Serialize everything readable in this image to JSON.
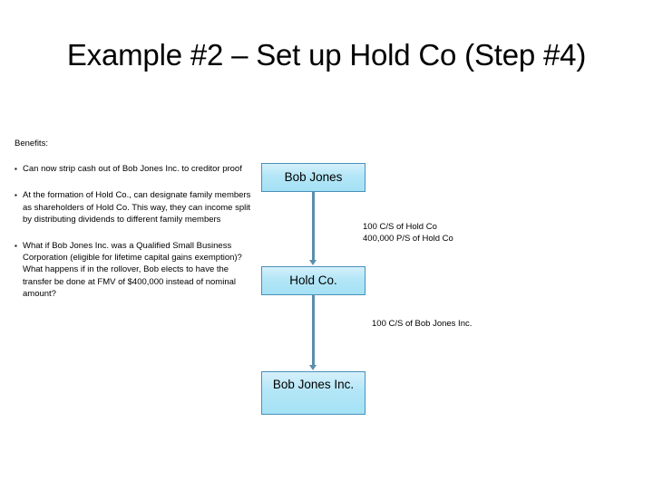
{
  "slide": {
    "title": "Example #2 – Set up Hold Co (Step #4)"
  },
  "benefits": {
    "heading": "Benefits:",
    "bullet_marker": "▪",
    "items": [
      "Can now strip cash out of Bob Jones Inc. to creditor proof",
      "At the formation of Hold Co., can designate family members as shareholders of Hold Co. This way, they can income split by distributing dividends to different family members",
      "What if Bob Jones Inc. was a Qualified Small Business Corporation (eligible for lifetime capital gains exemption)? What happens if in the rollover, Bob elects to have the transfer be done at FMV of $400,000 instead of nominal amount?"
    ]
  },
  "diagram": {
    "nodes": [
      {
        "id": "bob-jones",
        "label": "Bob Jones"
      },
      {
        "id": "hold-co",
        "label": "Hold Co."
      },
      {
        "id": "bob-jones-inc",
        "label": "Bob Jones Inc."
      }
    ],
    "annotations": {
      "hold_co_line1": "100 C/S of Hold Co",
      "hold_co_line2": "400,000 P/S of Hold Co",
      "bob_jones_inc_line1": "100 C/S of Bob Jones Inc."
    },
    "colors": {
      "node_fill_top": "#d6f0fb",
      "node_fill_bottom": "#a5e1f5",
      "node_border": "#4a90b8",
      "connector": "#5b8fad"
    }
  }
}
